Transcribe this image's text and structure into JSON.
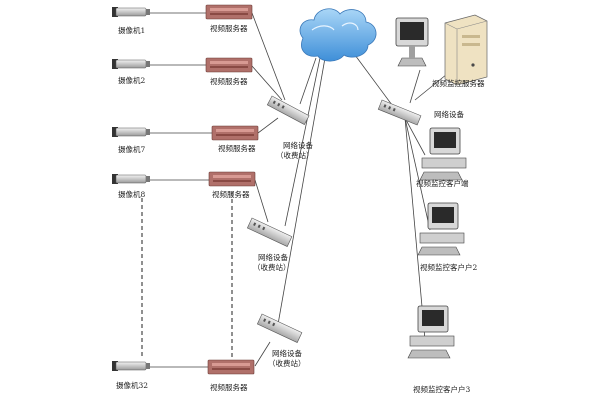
{
  "cameras": [
    {
      "label": "摄像机1"
    },
    {
      "label": "摄像机2"
    },
    {
      "label": "摄像机7"
    },
    {
      "label": "摄像机8"
    },
    {
      "label": "摄像机32"
    }
  ],
  "video_servers": [
    {
      "label": "视频服务器"
    },
    {
      "label": "视频服务器"
    },
    {
      "label": "视频服务器"
    },
    {
      "label": "视频服务器"
    },
    {
      "label": "视频服务器"
    }
  ],
  "toll_network_devices": [
    {
      "line1": "网络设备",
      "line2": "（收费站）"
    },
    {
      "line1": "网络设备",
      "line2": "（收费站）"
    },
    {
      "line1": "网络设备",
      "line2": "（收费站）"
    }
  ],
  "center": {
    "server_label": "视频监控服务器",
    "network_label": "网络设备",
    "clients": [
      {
        "label": "视频监控客户端"
      },
      {
        "label": "视频监控客户户2"
      },
      {
        "label": "视频监控客户户3"
      }
    ]
  },
  "colors": {
    "cloud": "#6fb4e8",
    "server_box": "#b0706a",
    "switch": "#d6d6d6",
    "camera": "#cfcfcf",
    "tower": "#efe2c2"
  }
}
